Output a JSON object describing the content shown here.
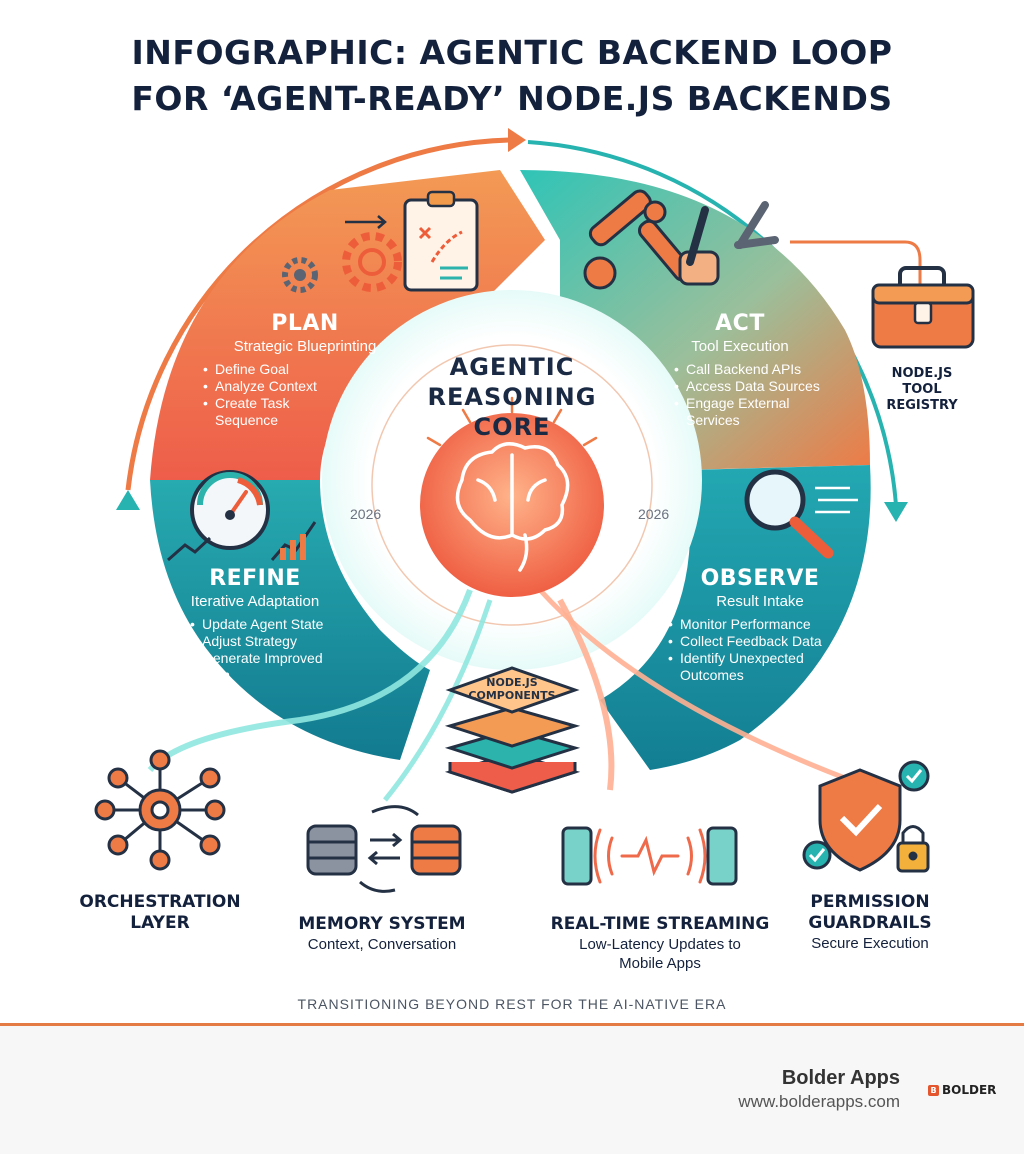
{
  "title": {
    "line1": "INFOGRAPHIC: AGENTIC BACKEND LOOP",
    "line2": "FOR ‘AGENT-READY’ NODE.JS BACKENDS"
  },
  "core": {
    "line1": "AGENTIC",
    "line2": "REASONING CORE",
    "year_left": "2026",
    "year_right": "2026"
  },
  "phases": {
    "plan": {
      "title": "PLAN",
      "subtitle": "Strategic Blueprinting",
      "items": [
        "Define Goal",
        "Analyze Context",
        "Create Task Sequence"
      ]
    },
    "act": {
      "title": "ACT",
      "subtitle": "Tool Execution",
      "items": [
        "Call Backend APIs",
        "Access Data Sources",
        "Engage External Services"
      ]
    },
    "observe": {
      "title": "OBSERVE",
      "subtitle": "Result Intake",
      "items": [
        "Monitor Performance",
        "Collect Feedback Data",
        "Identify Unexpected Outcomes"
      ]
    },
    "refine": {
      "title": "REFINE",
      "subtitle": "Iterative Adaptation",
      "items": [
        "Update Agent State",
        "Adjust Strategy",
        "Generate Improved Plan"
      ]
    }
  },
  "tool_registry": "NODE.JS TOOL REGISTRY",
  "components_stack": "NODE.JS COMPONENTS",
  "components": [
    {
      "title": "ORCHESTRATION LAYER",
      "subtitle": ""
    },
    {
      "title": "MEMORY SYSTEM",
      "subtitle": "Context, Conversation"
    },
    {
      "title": "REAL-TIME STREAMING",
      "subtitle": "Low-Latency Updates to Mobile Apps"
    },
    {
      "title": "PERMISSION GUARDRAILS",
      "subtitle": "Secure Execution"
    }
  ],
  "footer_tagline": "TRANSITIONING BEYOND REST FOR THE AI-NATIVE ERA",
  "brand": {
    "name": "Bolder Apps",
    "url": "www.bolderapps.com",
    "logo_text": "BOLDER"
  },
  "colors": {
    "orange": "#ee7a45",
    "coral": "#f0604a",
    "teal": "#2bb3ac",
    "deep_teal": "#138a9a",
    "navy": "#14213d"
  }
}
